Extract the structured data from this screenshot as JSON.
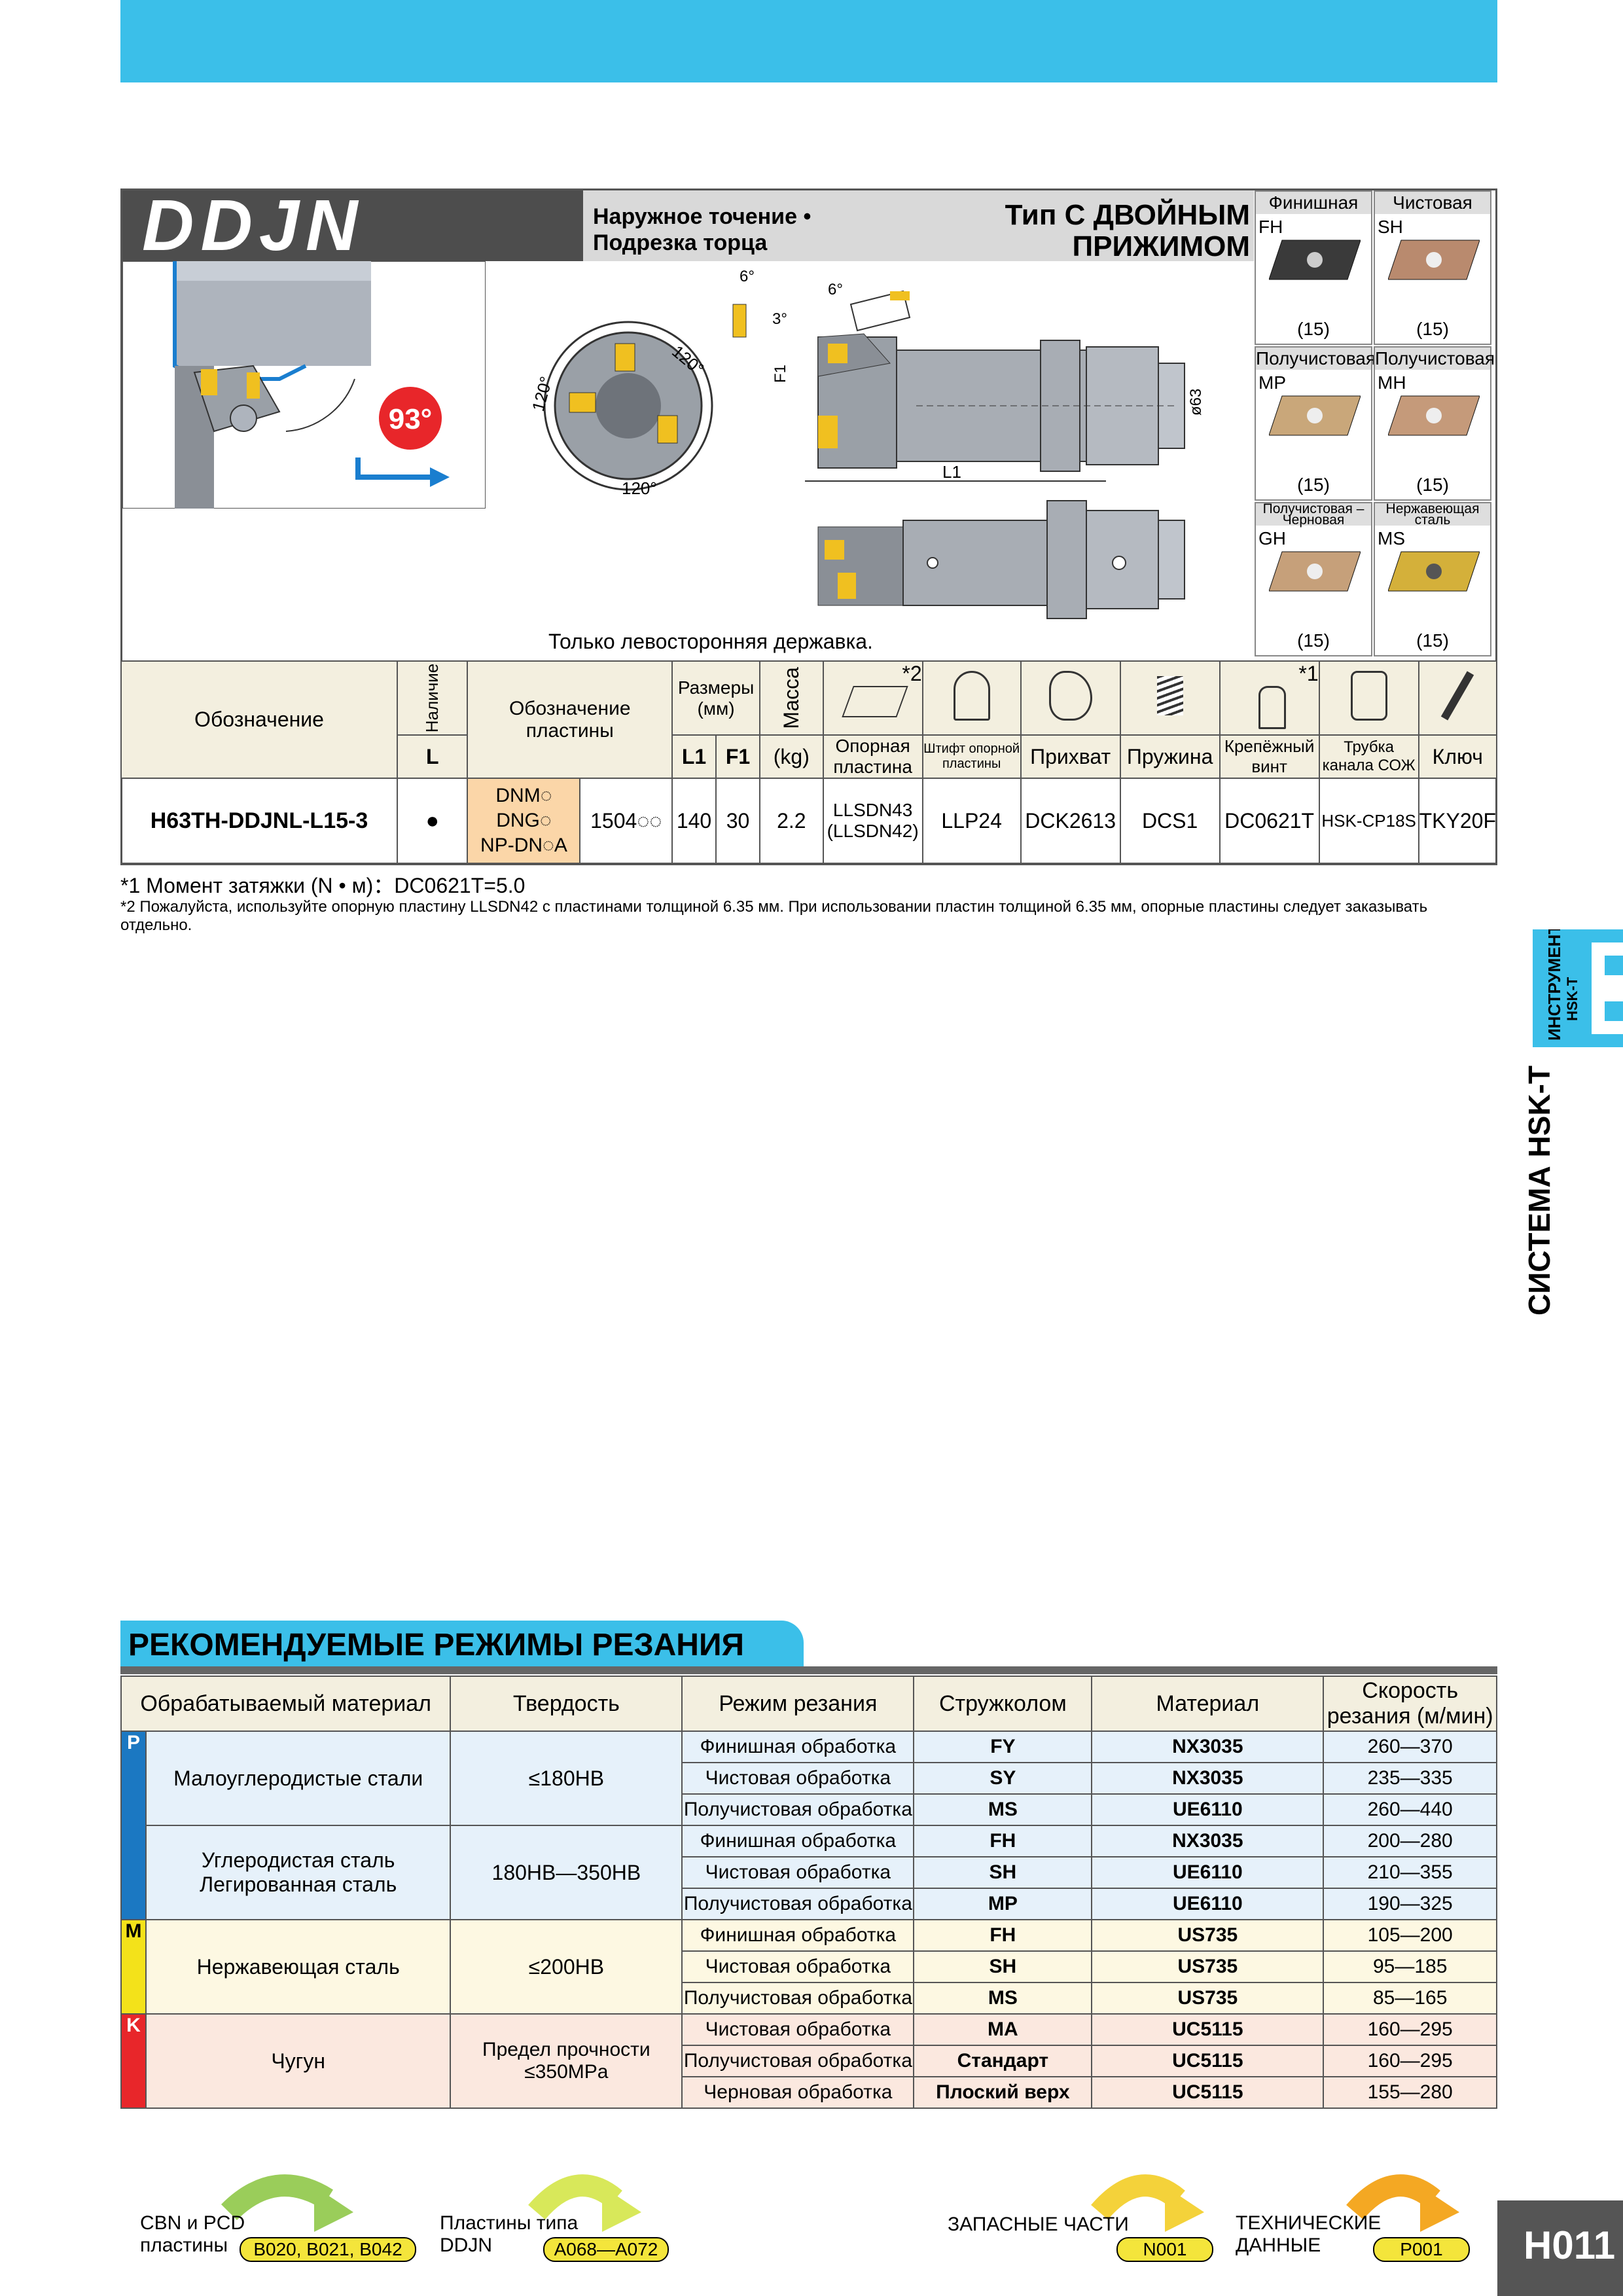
{
  "product": {
    "title": "DDJN",
    "desc_line1": "Наружное точение •",
    "desc_line2": "Подрезка торца",
    "type_line1": "Тип С ДВОЙНЫМ",
    "type_line2": "ПРИЖИМОМ",
    "angle": "93°",
    "dim_labels": {
      "six_a": "6°",
      "six_b": "6°",
      "three": "3°",
      "a120a": "120°",
      "a120b": "120°",
      "a120c": "120°",
      "f1": "F1",
      "l1": "L1",
      "d63": "ø63"
    },
    "left_hand_note": "Только левосторонняя державка."
  },
  "inserts": [
    {
      "head": "Финишная",
      "code": "FH",
      "count": "(15)",
      "color": "#3a3a3a"
    },
    {
      "head": "Чистовая",
      "code": "SH",
      "count": "(15)",
      "color": "#b98a6e"
    },
    {
      "head": "Получистовая",
      "code": "MP",
      "count": "(15)",
      "color": "#c9a77a"
    },
    {
      "head": "Получистовая",
      "code": "MH",
      "count": "(15)",
      "color": "#c59a7a"
    },
    {
      "head": "Получистовая –Черновая",
      "code": "GH",
      "count": "(15)",
      "color": "#c6a07a"
    },
    {
      "head": "Нержавеющая сталь",
      "code": "MS",
      "count": "(15)",
      "color": "#d4b03a"
    }
  ],
  "table": {
    "h_designation": "Обозначение",
    "h_stock": "Наличие",
    "h_stock_l": "L",
    "h_insert": "Обозначение пластины",
    "h_dims": "Размеры (мм)",
    "h_l1": "L1",
    "h_f1": "F1",
    "h_mass": "Масса",
    "h_kg": "(kg)",
    "h_shim_mark": "*2",
    "h_screw_mark": "*1",
    "parts": [
      "Опорная пластина",
      "Штифт опорной пластины",
      "Прихват",
      "Пружина",
      "Крепёжный винт",
      "Трубка канала СОЖ",
      "Ключ"
    ],
    "row": {
      "designation": "H63TH-DDJNL-L15-3",
      "stock": "●",
      "ins1": "DNM◌",
      "ins2": "DNG◌",
      "ins3": "NP-DN◌A",
      "ins_size": "1504◌◌",
      "l1": "140",
      "f1": "30",
      "mass": "2.2",
      "shim": "LLSDN43",
      "shim2": "(LLSDN42)",
      "pin": "LLP24",
      "clamp": "DCK2613",
      "spring": "DCS1",
      "screw": "DC0621T",
      "tube": "HSK-CP18S",
      "key": "TKY20F"
    }
  },
  "notes": {
    "n1": "*1 Момент затяжки (N • м)：DC0621T=5.0",
    "n2": "*2 Пожалуйста, используйте опорную пластину LLSDN42 с пластинами толщиной 6.35 мм. При использовании пластин толщиной 6.35 мм, опорные пластины следует заказывать отдельно."
  },
  "side_tab": {
    "line1": "ИНСТРУМЕНТ",
    "line2": "HSK-T",
    "system": "СИСТЕМА HSK-T"
  },
  "recommended": {
    "title": "РЕКОМЕНДУЕМЫЕ РЕЖИМЫ РЕЗАНИЯ",
    "headers": [
      "Обрабатываемый материал",
      "Твердость",
      "Режим резания",
      "Стружколом",
      "Материал",
      "Скорость резания (м/мин)"
    ],
    "groups": [
      {
        "band": "P",
        "color": "#1b78c2",
        "bg": "pbg",
        "materials": [
          {
            "name": "Малоуглеродистые стали",
            "hardness": "≤180HB",
            "rows": [
              [
                "Финишная обработка",
                "FY",
                "NX3035",
                "260—370"
              ],
              [
                "Чистовая обработка",
                "SY",
                "NX3035",
                "235—335"
              ],
              [
                "Получистовая обработка",
                "MS",
                "UE6110",
                "260—440"
              ]
            ]
          },
          {
            "name": "Углеродистая сталь Легированная сталь",
            "hardness": "180HB—350HB",
            "rows": [
              [
                "Финишная обработка",
                "FH",
                "NX3035",
                "200—280"
              ],
              [
                "Чистовая обработка",
                "SH",
                "UE6110",
                "210—355"
              ],
              [
                "Получистовая обработка",
                "MP",
                "UE6110",
                "190—325"
              ]
            ]
          }
        ]
      },
      {
        "band": "M",
        "color": "#f3e21a",
        "bg": "mbg",
        "materials": [
          {
            "name": "Нержавеющая сталь",
            "hardness": "≤200HB",
            "rows": [
              [
                "Финишная обработка",
                "FH",
                "US735",
                "105—200"
              ],
              [
                "Чистовая обработка",
                "SH",
                "US735",
                "95—185"
              ],
              [
                "Получистовая обработка",
                "MS",
                "US735",
                "85—165"
              ]
            ]
          }
        ]
      },
      {
        "band": "K",
        "color": "#e8262a",
        "bg": "kbg",
        "materials": [
          {
            "name": "Чугун",
            "hardness": "Предел прочности ≤350MPa",
            "rows": [
              [
                "Чистовая обработка",
                "MA",
                "UC5115",
                "160—295"
              ],
              [
                "Получистовая обработка",
                "Стандарт",
                "UC5115",
                "160—295"
              ],
              [
                "Черновая обработка",
                "Плоский верх",
                "UC5115",
                "155—280"
              ]
            ]
          }
        ]
      }
    ]
  },
  "footer": {
    "cbn_line1": "CBN и PCD",
    "cbn_line2": "пластины",
    "cbn_ref": "B020, B021, B042",
    "ins_line1": "Пластины типа",
    "ins_line2": "DDJN",
    "ins_ref": "A068—A072",
    "spare": "ЗАПАСНЫЕ ЧАСТИ",
    "spare_ref": "N001",
    "tech_line1": "ТЕХНИЧЕСКИЕ",
    "tech_line2": "ДАННЫЕ",
    "tech_ref": "P001",
    "page": "H011"
  }
}
